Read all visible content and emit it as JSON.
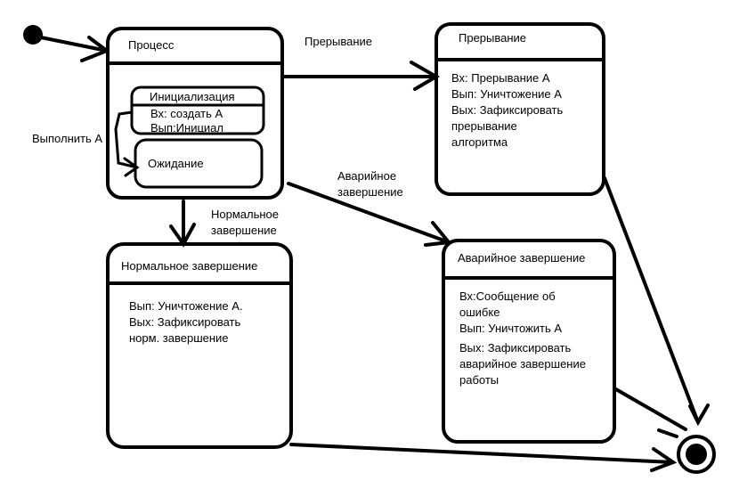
{
  "states": {
    "process": {
      "title": "Процесс"
    },
    "init": {
      "title": "Инициализация",
      "lines": [
        "Вх: создать А",
        "Вып:Инициал"
      ]
    },
    "waiting": {
      "title": "Ожидание"
    },
    "interrupt": {
      "title": "Прерывание",
      "lines": [
        "Вх: Прерывание А",
        "Вып: Уничтожение А",
        "Вых: Зафиксировать",
        "прерывание",
        "алгоритма"
      ]
    },
    "normal": {
      "title": "Нормальное завершение",
      "lines": [
        "Вып: Уничтожение А.",
        "Вых: Зафиксировать",
        "норм. завершение"
      ]
    },
    "emergency": {
      "title": "Аварийное завершение",
      "lines": [
        "Вх:Сообщение об",
        "ошибке",
        "Вып: Уничтожить А",
        "Вых: Зафиксировать",
        "аварийное завершение",
        "работы"
      ]
    }
  },
  "transitions": {
    "interrupt_label": "Прерывание",
    "execute_label": "Выполнить А",
    "normal_label": [
      "Нормальное",
      "завершение"
    ],
    "emergency_label": [
      "Аварийное",
      "завершение"
    ]
  }
}
